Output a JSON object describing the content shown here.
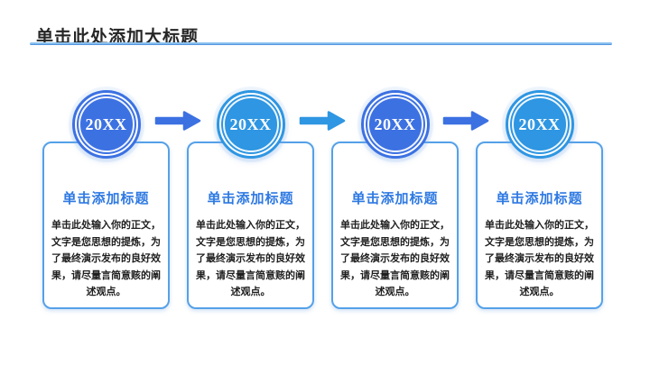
{
  "header": {
    "title": "单击此处添加大标题"
  },
  "colors": {
    "royal_blue": "#3c71e2",
    "azure_blue": "#2e96e2",
    "card_border": "#55a1e8",
    "card_background": "#ffffff",
    "heading_blue": "#2e79e2",
    "body_text": "#1f1f1f",
    "title_text": "#262626",
    "underline_top": "#8ec3f0",
    "underline_bottom": "#3e82d6"
  },
  "steps": [
    {
      "year": "20XX",
      "accent": "royal_blue",
      "heading": "单击添加标题",
      "body": "单击此处输入你的正文，文字是您思想的提炼，为了最终演示发布的良好效果，请尽量言简意赅的阐述观点。"
    },
    {
      "year": "20XX",
      "accent": "azure_blue",
      "heading": "单击添加标题",
      "body": "单击此处输入你的正文，文字是您思想的提炼，为了最终演示发布的良好效果，请尽量言简意赅的阐述观点。"
    },
    {
      "year": "20XX",
      "accent": "royal_blue",
      "heading": "单击添加标题",
      "body": "单击此处输入你的正文，文字是您思想的提炼，为了最终演示发布的良好效果，请尽量言简意赅的阐述观点。"
    },
    {
      "year": "20XX",
      "accent": "azure_blue",
      "heading": "单击添加标题",
      "body": "单击此处输入你的正文，文字是您思想的提炼，为了最终演示发布的良好效果，请尽量言简意赅的阐述观点。"
    }
  ],
  "arrows": [
    {
      "direction": "right",
      "accent": "royal_blue"
    },
    {
      "direction": "right",
      "accent": "azure_blue"
    },
    {
      "direction": "right",
      "accent": "royal_blue"
    }
  ]
}
